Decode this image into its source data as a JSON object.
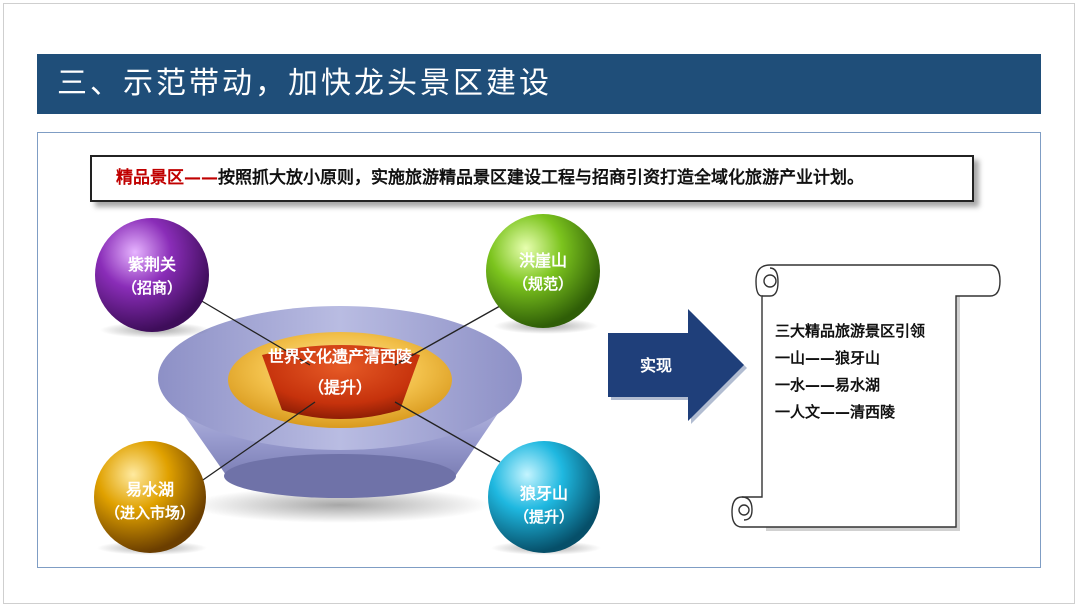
{
  "title": "三、示范带动，加快龙头景区建设",
  "banner": {
    "highlight": "精品景区——",
    "text": "按照抓大放小原则，实施旅游精品景区建设工程与招商引资打造全域化旅游产业计划。"
  },
  "center": {
    "name": "世界文化遗产清西陵",
    "status": "（提升）"
  },
  "spheres": [
    {
      "name": "紫荆关",
      "status": "（招商）",
      "color": "#8a2db8"
    },
    {
      "name": "洪崖山",
      "status": "（规范）",
      "color": "#7cc41e"
    },
    {
      "name": "易水湖",
      "status": "（进入市场）",
      "color": "#e0a100"
    },
    {
      "name": "狼牙山",
      "status": "（提升）",
      "color": "#1fb8e0"
    }
  ],
  "arrow_label": "实现",
  "scroll": {
    "heading": "三大精品旅游景区引领",
    "items": [
      "一山——狼牙山",
      "一水——易水湖",
      "一人文——清西陵"
    ]
  },
  "colors": {
    "title_bar": "#1f4e79",
    "arrow": "#1f3f7a",
    "highlight": "#c00000",
    "bowl_outer": "#8a8fc4",
    "bowl_middle": "#f2c04a",
    "bowl_inner": "#c6320c"
  }
}
